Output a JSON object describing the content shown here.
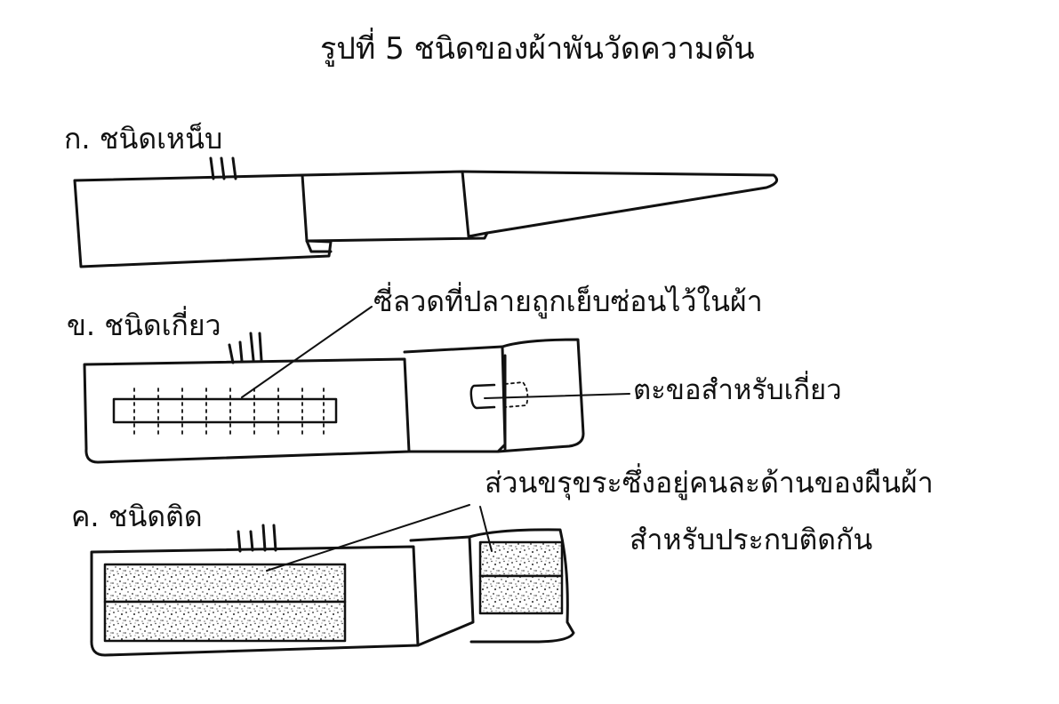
{
  "title": "รูปที่ 5  ชนิดของผ้าพันวัดความดัน",
  "cuffs": [
    {
      "label": "ก. ชนิดเหน็บ"
    },
    {
      "label": "ข. ชนิดเกี่ยว"
    },
    {
      "label": "ค. ชนิดติด"
    }
  ],
  "callouts": {
    "hidden_wire": "ซี่ลวดที่ปลายถูกเย็บซ่อนไว้ในผ้า",
    "hook": "ตะขอสำหรับเกี่ยว",
    "velcro_line1": "ส่วนขรุขระซึ่งอยู่คนละด้านของผืนผ้า",
    "velcro_line2": "สำหรับประกบติดกัน"
  }
}
